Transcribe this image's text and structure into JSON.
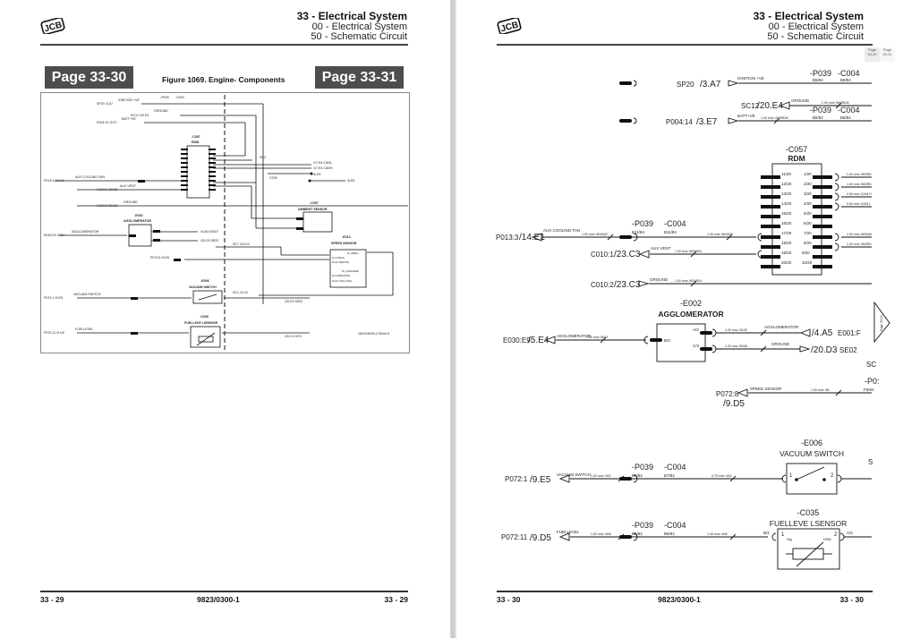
{
  "left_page": {
    "logo": "JCB",
    "header": {
      "section": "33 - Electrical System",
      "sub1": "00 - Electrical System",
      "sub2": "50 - Schematic Circuit"
    },
    "page_button_left": "Page 33-30",
    "page_button_right": "Page 33-31",
    "figure_title": "Figure 1069. Engine- Components",
    "thumbnail": {
      "connectors": [
        "-P039",
        "-C004"
      ],
      "rows": [
        {
          "ref": "SP20 /3.A7",
          "label": "IGNITION +VE"
        },
        {
          "ref": "SC12 /20.E4",
          "label": "GROUND"
        },
        {
          "ref": "P004:14 /3.E7",
          "label": "BATT+VE"
        },
        {
          "ref": "P013:3 /14.E1",
          "label": "AUX COOLING FAN"
        },
        {
          "ref": "C010:1 /23.C3",
          "label": "AUX VENT"
        },
        {
          "ref": "C010:2 /23.C3",
          "label": "GROUND"
        },
        {
          "ref": "E030:E9 /5.E4",
          "label": "AGGLOMERATOR"
        },
        {
          "ref": "P072:8 /9.D5",
          "label": "SPEED SENSOR"
        },
        {
          "ref": "P072:1 /9.E5",
          "label": "VACUUM SWITCH"
        },
        {
          "ref": "P072:11 /9.D5",
          "label": "FUELLEVEL"
        }
      ],
      "rdm_title": "-C057",
      "rdm_name": "RDM",
      "agg_title": "-E002",
      "agg_name": "AGGLOMERATOR",
      "ambient_title": "-C007",
      "ambient_name": "AMBIENT SENSOR",
      "speed_title": "-E014",
      "speed_name": "SPEED SENSOR",
      "speed_pins": [
        "8+ (RED)",
        "Gnd (BLK)",
        "Out1 (WHITE)",
        "8+ (ORANGE)",
        "Gnd (BROWN)",
        "Out2 (YELLOW)"
      ],
      "vac_title": "-E006",
      "vac_name": "VACUUM SWITCH",
      "fuel_title": "-C035",
      "fuel_name": "FUELLEVE LSENSOR",
      "right_refs": [
        "/17.E4 CANL",
        "/17.E4 CANH",
        "/6.E5",
        "/6.E5",
        "/4.A5 E001F",
        "/20.D3 SE02",
        "/20.E3 SE02",
        "/20.C4 SC5"
      ],
      "sc_refs": [
        "SC2",
        "C025",
        "SC7 /20.D4",
        "SC1 /3.C6"
      ],
      "sheet_note": "16G/G8925-2 Sheet 6"
    },
    "footer": {
      "left": "33 - 29",
      "center": "9823/0300-1",
      "right": "33 - 29"
    }
  },
  "right_page": {
    "logo": "JCB",
    "header": {
      "section": "33 - Electrical System",
      "sub1": "00 - Electrical System",
      "sub2": "50 - Schematic Circuit"
    },
    "nav_thumbs": [
      {
        "line1": "Page",
        "line2": "33-30"
      },
      {
        "line1": "Page",
        "line2": "33-31"
      }
    ],
    "top_rows": [
      {
        "ref": "SP20",
        "loc": "/3.A7",
        "label": "IGNITION +VE",
        "p": "-P039",
        "pp": "B9/84",
        "c": "-C004",
        "cp": "B9/84",
        "wire": ""
      },
      {
        "ref": "SC12",
        "loc": "/20.E4",
        "label": "GROUND",
        "wire": "2.00 mm²  /600RDM"
      },
      {
        "ref": "P004:14",
        "loc": "/3.E7",
        "label": "BATT+VE",
        "wire": "1.00 mm²  /200RDM",
        "p": "-P039",
        "pp": "B8/84",
        "c": "-C004",
        "cp": "B8/84"
      }
    ],
    "rdm": {
      "title": "-C057",
      "name": "RDM",
      "left_pins": [
        "11/20",
        "12/20",
        "13/20",
        "14/20",
        "15/20",
        "16/20",
        "17/20",
        "18/20",
        "19/20",
        "20/20"
      ],
      "right_pins": [
        "1/20",
        "2/20",
        "3/20",
        "4/20",
        "5/20",
        "6/20",
        "7/20",
        "8/20",
        "9/20",
        "10/20"
      ],
      "right_wires": [
        {
          "pin": 0,
          "wire": "1.00 mm²  /600RD"
        },
        {
          "pin": 1,
          "wire": "1.00 mm²  /600RD"
        },
        {
          "pin": 2,
          "wire": "0.50 mm²  /CAN H"
        },
        {
          "pin": 3,
          "wire": "0.50 mm²  /CAN L"
        },
        {
          "pin": 6,
          "wire": "1.00 mm²  /600AM"
        },
        {
          "pin": 7,
          "wire": "1.00 mm²  /600RD"
        }
      ]
    },
    "fan_row": {
      "ref": "P013:3",
      "loc": "/14.E1",
      "label": "AUX COOLING FAN",
      "wire1": "1.00 mm²  /600ACF",
      "p": "-P039",
      "pp": "B11/84",
      "c": "-C004",
      "cp": "B11/84",
      "wire2": "1.00 mm²  /600ACF"
    },
    "vent_row": {
      "ref": "C010:1",
      "loc": "/23.C3",
      "label": "AUX VENT",
      "wire": "1.00 mm²  /600VEN"
    },
    "ground_row": {
      "ref": "C010:2",
      "loc": "/23.C3",
      "label": "GROUND",
      "wire": "1.00 mm²  /600VEN"
    },
    "agglomerator": {
      "title": "-E002",
      "name": "AGGLOMERATOR",
      "pin_in": "B/3",
      "pin_a": "A/3",
      "pin_c": "C/3",
      "in_ref": "E030:E9",
      "in_loc": "/5.E4",
      "in_label": "AGGLOMERATOR",
      "in_wire": "1.00 mm²  /601F",
      "out1_wire": "1.00 mm²  /012E",
      "out1_label": "AGGLOMERATOR",
      "out1_loc": "/4.A5",
      "out1_ref": "E001:F",
      "out2_wire": "1.00 mm²  /604B",
      "out2_label": "GROUND",
      "out2_loc": "/20.D3",
      "out2_ref": "SE02"
    },
    "page_link": "Page 33-31",
    "speed_row": {
      "ref": "P072:8",
      "loc": "/9.D5",
      "label": "SPEED SENSOR",
      "wire": "1.00 mm²  /83",
      "p": "-P0:",
      "pp": "F5/84",
      "sc": "SC"
    },
    "vacuum": {
      "title": "-E006",
      "name": "VACUUM SWITCH",
      "pin1": "1",
      "pin2": "2",
      "ref": "P072:1",
      "loc": "/9.E5",
      "label": "VACUUM SWITCH",
      "wire1": "1.00 mm²  /402",
      "p": "-P039",
      "pp": "B7/84",
      "c": "-C004",
      "cp": "B7/84",
      "wire2": "0.75 mm²  /402",
      "right": "S"
    },
    "fuel": {
      "title": "-C035",
      "name": "FUELLEVE LSENSOR",
      "pin1": "1",
      "pin2": "2",
      "sig": "Sig",
      "gnd": "GND",
      "ref": "P072:11",
      "loc": "/9.D5",
      "label": "FUELLEVEL",
      "wire1": "1.00 mm²  /408",
      "p": "-P039",
      "pp": "B6/84",
      "c": "-C004",
      "cp": "B6/84",
      "wire2": "1.00 mm²  /408",
      "pin_b": "B/2",
      "pin_a": "A/2"
    },
    "footer": {
      "left": "33 - 30",
      "center": "9823/0300-1",
      "right": "33 - 30"
    }
  }
}
